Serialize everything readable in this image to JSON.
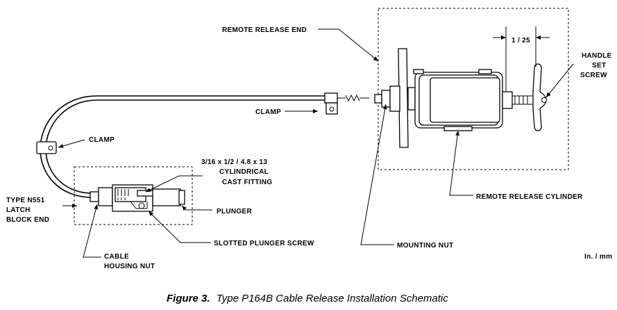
{
  "labels": {
    "remote_release_end": "REMOTE RELEASE END",
    "dimension": "1 / 25",
    "handle_set_screw_1": "HANDLE",
    "handle_set_screw_2": "SET",
    "handle_set_screw_3": "SCREW",
    "clamp_right": "CLAMP",
    "clamp_left": "CLAMP",
    "fitting_1": "3/16 x 1/2 / 4.8 x 13",
    "fitting_2": "CYLINDRICAL",
    "fitting_3": "CAST FITTING",
    "latch_1": "TYPE N551",
    "latch_2": "LATCH",
    "latch_3": "BLOCK END",
    "plunger": "PLUNGER",
    "remote_release_cylinder": "REMOTE RELEASE CYLINDER",
    "slotted_plunger_screw": "SLOTTED PLUNGER SCREW",
    "mounting_nut": "MOUNTING NUT",
    "cable_housing_nut_1": "CABLE",
    "cable_housing_nut_2": "HOUSING NUT",
    "units": "In. / mm"
  },
  "caption": {
    "figure": "Figure 3.",
    "title": "Type P164B Cable Release Installation Schematic"
  }
}
